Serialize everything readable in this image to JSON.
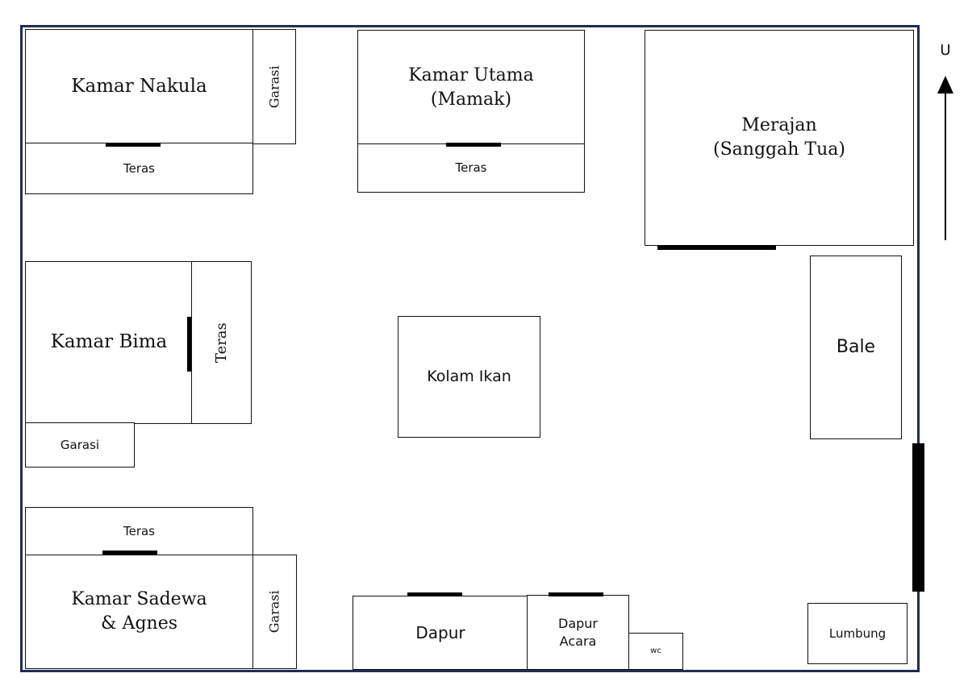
{
  "plan": {
    "rooms": {
      "kamar_nakula": "Kamar Nakula",
      "garasi_nakula": "Garasi",
      "teras_nakula": "Teras",
      "kamar_utama": "Kamar Utama\n(Mamak)",
      "teras_utama": "Teras",
      "merajan": "Merajan\n(Sanggah Tua)",
      "kamar_bima": "Kamar Bima",
      "teras_bima": "Teras",
      "garasi_bima": "Garasi",
      "kolam_ikan": "Kolam Ikan",
      "bale": "Bale",
      "teras_sadewa": "Teras",
      "kamar_sadewa": "Kamar Sadewa\n& Agnes",
      "garasi_sadewa": "Garasi",
      "dapur": "Dapur",
      "dapur_acara": "Dapur\nAcara",
      "wc": "wc",
      "lumbung": "Lumbung"
    },
    "north_label": "U",
    "colors": {
      "frame": "#1f2d4f",
      "walls": "#111111",
      "doors": "#000000"
    }
  }
}
